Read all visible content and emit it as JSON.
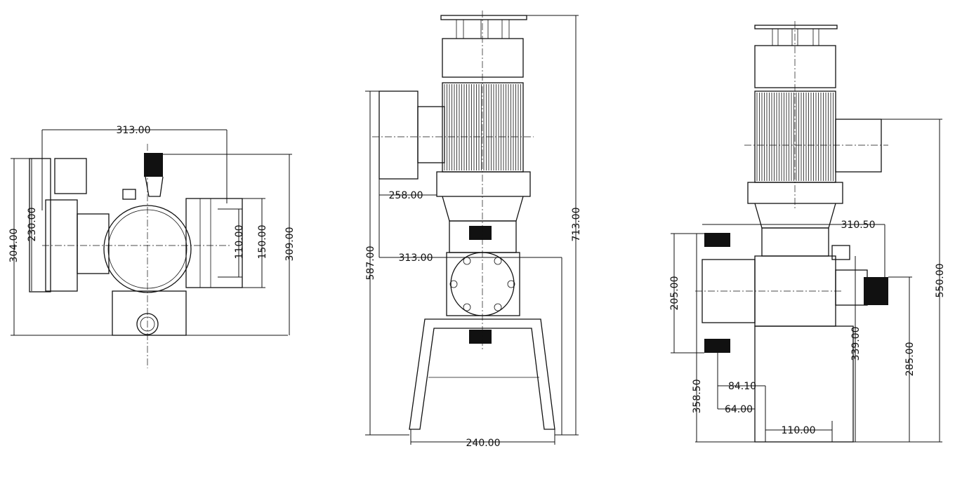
{
  "views": {
    "top": {
      "dims": {
        "width": "313.00",
        "overall_height": "304.00",
        "flange_height": "230.00",
        "bolt_spacing": "110.00",
        "body_height": "150.00",
        "total_height": "309.00"
      }
    },
    "front": {
      "dims": {
        "gearbox_offset": "258.00",
        "total_height": "713.00",
        "pump_height": "587.00",
        "width": "313.00",
        "base_width": "240.00"
      }
    },
    "side": {
      "dims": {
        "width": "310.50",
        "total_height": "550.00",
        "head_height": "205.00",
        "outlet_height": "339.00",
        "inlet_height": "285.00",
        "overall_height": "358.50",
        "offset_a": "84.10",
        "offset_b": "64.00",
        "base_width": "110.00"
      }
    }
  }
}
